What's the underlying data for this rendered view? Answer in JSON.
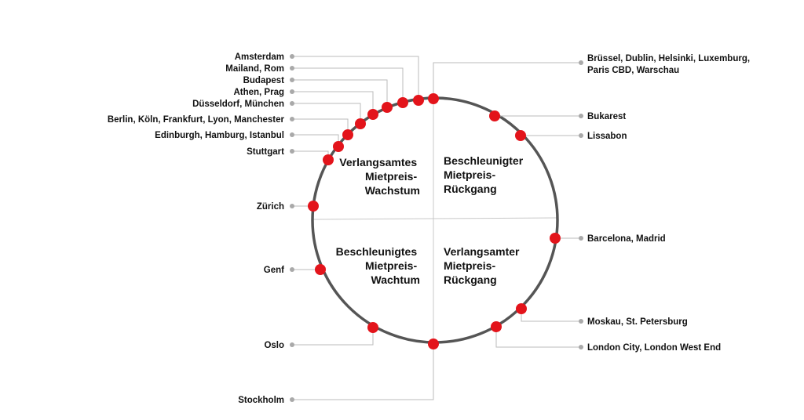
{
  "quadrants": {
    "top_left": [
      "Verlangsamtes",
      "Mietpreis-",
      "Wachstum"
    ],
    "top_right": [
      "Beschleunigter",
      "Mietpreis-",
      "Rückgang"
    ],
    "bottom_left": [
      "Beschleunigtes",
      "Mietpreis-",
      "Wachtum"
    ],
    "bottom_right": [
      "Verlangsamter",
      "Mietpreis-",
      "Rückgang"
    ]
  },
  "left_labels": [
    "Amsterdam",
    "Mailand, Rom",
    "Budapest",
    "Athen, Prag",
    "Düsseldorf, München",
    "Berlin, Köln, Frankfurt, Lyon, Manchester",
    "Edinburgh, Hamburg, Istanbul",
    "Stuttgart",
    "Zürich",
    "Genf",
    "Oslo",
    "Stockholm"
  ],
  "right_labels": [
    [
      "Brüssel, Dublin, Helsinki, Luxemburg,",
      "Paris CBD, Warschau"
    ],
    [
      "Bukarest"
    ],
    [
      "Lissabon"
    ],
    [
      "Barcelona, Madrid"
    ],
    [
      "Moskau, St. Petersburg"
    ],
    [
      "London City, London West End"
    ]
  ],
  "colors": {
    "circle": "#555555",
    "marker": "#e3141b",
    "leader": "#bbbbbb",
    "label": "#111111"
  }
}
